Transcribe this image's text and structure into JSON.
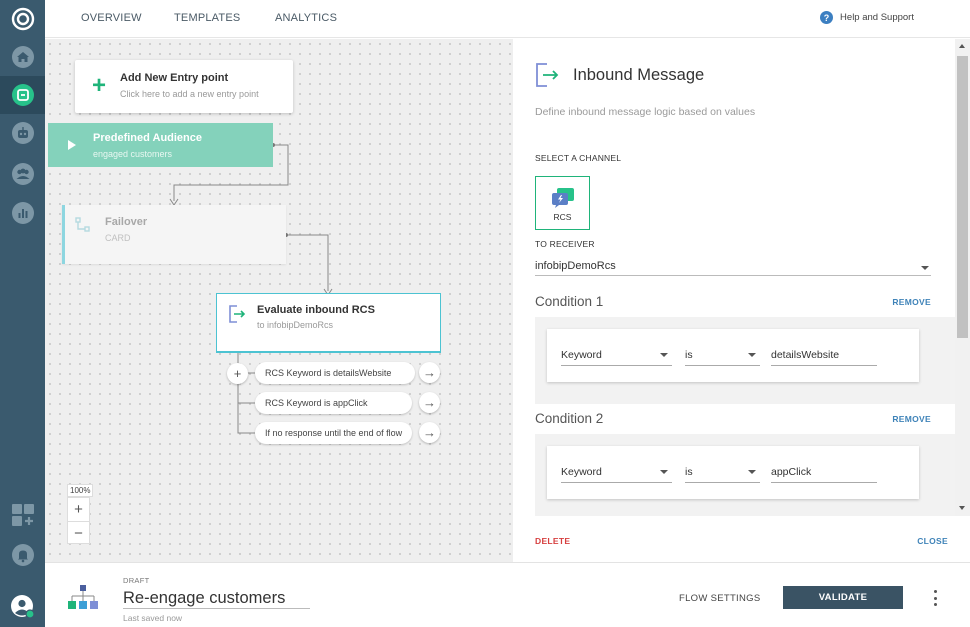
{
  "nav": {
    "items": [
      "logo-icon",
      "home-icon",
      "flow-icon",
      "bot-icon",
      "people-icon",
      "analytics-icon",
      "apps-icon",
      "bell-icon",
      "user-icon"
    ],
    "active": "flow-icon"
  },
  "header": {
    "tabs": [
      {
        "label": "OVERVIEW"
      },
      {
        "label": "TEMPLATES"
      },
      {
        "label": "ANALYTICS"
      }
    ],
    "help_label": "Help and Support",
    "help_icon": "?"
  },
  "canvas": {
    "entry": {
      "title": "Add New Entry point",
      "subtitle": "Click here to add a new entry point"
    },
    "audience": {
      "title": "Predefined Audience",
      "subtitle": "engaged customers"
    },
    "failover": {
      "title": "Failover",
      "subtitle": "CARD"
    },
    "evaluate": {
      "title": "Evaluate inbound RCS",
      "subtitle": "to infobipDemoRcs"
    },
    "conditions": [
      {
        "label": "RCS Keyword is detailsWebsite"
      },
      {
        "label": "RCS Keyword is appClick"
      },
      {
        "label": "If no response until the end of flow"
      }
    ],
    "add_symbol": "+",
    "arrow_symbol": "→",
    "zoom": {
      "level": "100%",
      "plus": "+",
      "minus": "−"
    }
  },
  "panel": {
    "title": "Inbound Message",
    "description": "Define inbound message logic based on values",
    "channel_label": "SELECT A CHANNEL",
    "channel": {
      "name": "RCS"
    },
    "receiver_label": "TO RECEIVER",
    "receiver_value": "infobipDemoRcs",
    "conditions": [
      {
        "title": "Condition 1",
        "remove": "REMOVE",
        "field": "Keyword",
        "operator": "is",
        "value": "detailsWebsite"
      },
      {
        "title": "Condition 2",
        "remove": "REMOVE",
        "field": "Keyword",
        "operator": "is",
        "value": "appClick"
      }
    ],
    "delete_label": "DELETE",
    "close_label": "CLOSE"
  },
  "bottom": {
    "status": "DRAFT",
    "flow_name": "Re-engage customers",
    "saved": "Last saved now",
    "flow_settings": "FLOW SETTINGS",
    "validate": "VALIDATE"
  },
  "colors": {
    "nav_bg": "#3a5a6e",
    "accent_green": "#1fb47a",
    "audience_node": "#84d2bb",
    "evaluate_border": "#4cc3d2",
    "link_blue": "#3f83b8",
    "delete_red": "#d63e3e",
    "validate_bg": "#3a5364"
  }
}
